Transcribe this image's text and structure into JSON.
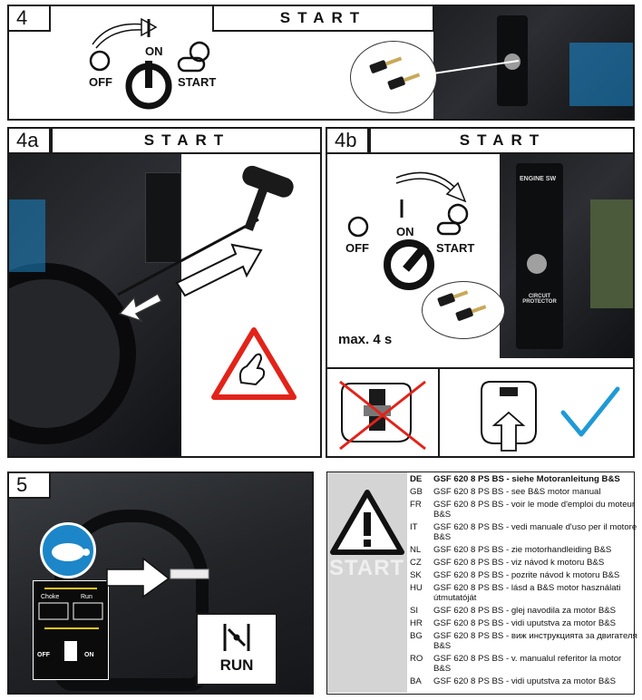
{
  "panel4": {
    "num": "4",
    "title": "START",
    "on": "ON",
    "off": "OFF",
    "start": "START"
  },
  "panel4a": {
    "num": "4a",
    "title": "START"
  },
  "panel4b": {
    "num": "4b",
    "title": "START",
    "on": "ON",
    "off": "OFF",
    "start": "START",
    "duration": "max. 4 s",
    "engine_sw": "ENGINE SW",
    "circuit": "CIRCUIT PROTECTOR"
  },
  "panel5": {
    "num": "5",
    "choke": "Choke",
    "run_small": "Run",
    "off": "OFF",
    "on": "ON",
    "run": "RUN"
  },
  "warning": {
    "watermark": "START",
    "rows": [
      {
        "code": "DE",
        "text": "GSF 620 8 PS BS - siehe Motoranleitung B&S"
      },
      {
        "code": "GB",
        "text": "GSF 620 8 PS BS - see B&S motor manual"
      },
      {
        "code": "FR",
        "text": "GSF 620 8 PS BS - voir le mode d'emploi du moteur B&S"
      },
      {
        "code": "IT",
        "text": "GSF 620 8 PS BS - vedi manuale d'uso per il motore B&S"
      },
      {
        "code": "NL",
        "text": "GSF 620 8 PS BS - zie motorhandleiding B&S"
      },
      {
        "code": "CZ",
        "text": "GSF 620 8 PS BS - viz návod k motoru B&S"
      },
      {
        "code": "SK",
        "text": "GSF 620 8 PS BS - pozrite návod k motoru B&S"
      },
      {
        "code": "HU",
        "text": "GSF 620 8 PS BS - lásd a  B&S motor használati útmutatóját"
      },
      {
        "code": "SI",
        "text": "GSF 620 8 PS BS - glej navodila za motor B&S"
      },
      {
        "code": "HR",
        "text": "GSF 620 8 PS BS - vidi uputstva za motor B&S"
      },
      {
        "code": "BG",
        "text": "GSF 620 8 PS BS - виж инструкцията за двигателя B&S"
      },
      {
        "code": "RO",
        "text": "GSF 620 8 PS BS - v. manualul referitor la motor B&S"
      },
      {
        "code": "BA",
        "text": "GSF 620 8 PS BS - vidi uputstva za motor B&S"
      }
    ]
  },
  "colors": {
    "blue": "#1c86c8",
    "red": "#e2231a",
    "check": "#1f9ad6"
  }
}
